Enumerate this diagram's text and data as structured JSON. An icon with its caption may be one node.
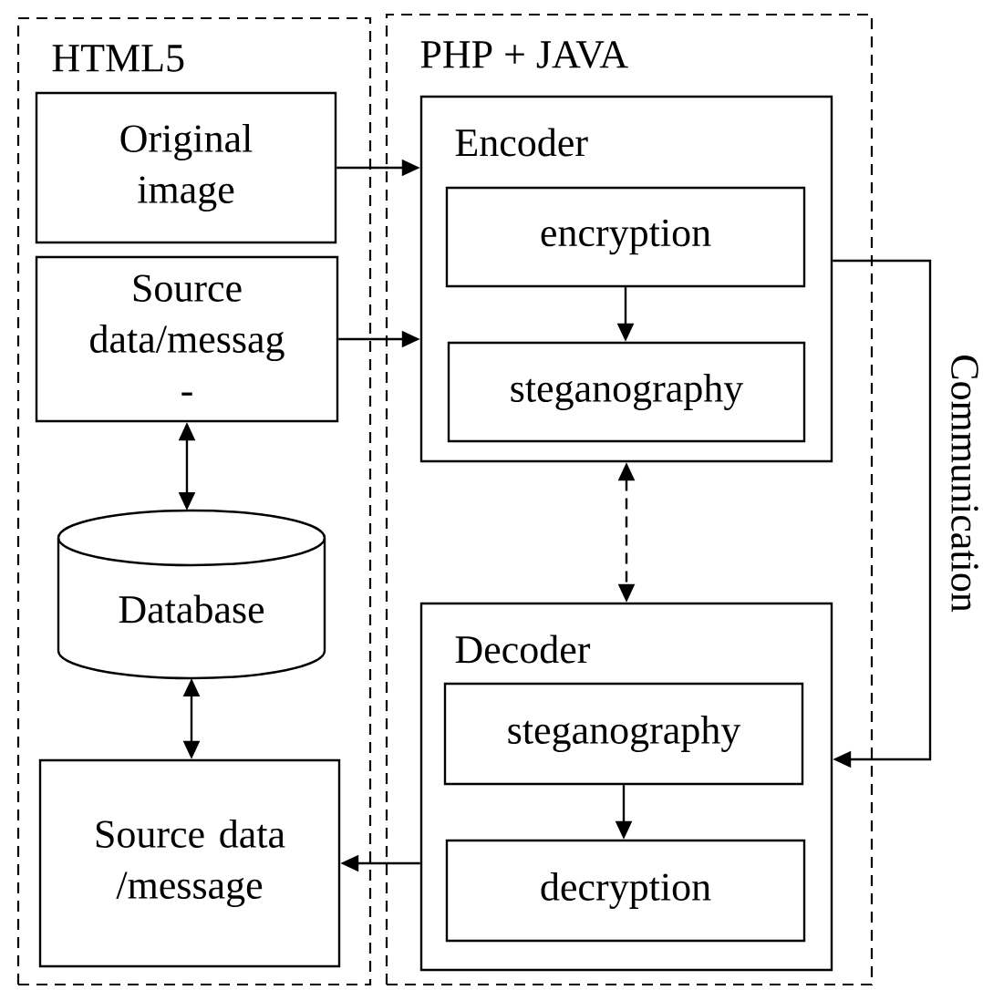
{
  "diagram": {
    "nodes": [
      {
        "text": [
          "HTML5"
        ]
      },
      {
        "text": [
          "Original image"
        ],
        "in": 0
      },
      {
        "text": [
          "Source data/messag -"
        ],
        "in": 0
      },
      {
        "text": [
          "Database"
        ],
        "in": 0
      },
      {
        "text": [
          "Source data /message"
        ],
        "in": 0
      },
      {
        "text": [
          "PHP + JAVA"
        ]
      },
      {
        "text": [
          "Encoder"
        ],
        "in": 5
      },
      {
        "text": [
          "encryption"
        ],
        "in": 6
      },
      {
        "text": [
          "steganography"
        ],
        "in": 6
      },
      {
        "text": [
          "Decoder"
        ],
        "in": 5
      },
      {
        "text": [
          "steganography"
        ],
        "in": 9
      },
      {
        "text": [
          "decryption"
        ],
        "in": 9
      }
    ],
    "edges": [
      {
        "from": 1,
        "to": 6,
        "arrow": "to"
      },
      {
        "from": 2,
        "to": 6,
        "arrow": "to"
      },
      {
        "from": 2,
        "to": 3,
        "arrow": "both"
      },
      {
        "from": 3,
        "to": 4,
        "arrow": "both"
      },
      {
        "from": 6,
        "to": 9,
        "arrow": "both",
        "style": "dashed"
      },
      {
        "from": 7,
        "to": 8,
        "arrow": "to"
      },
      {
        "from": 10,
        "to": 11,
        "arrow": "to"
      },
      {
        "from": 6,
        "to": 9,
        "arrow": "to",
        "label": "Communication"
      },
      {
        "from": 9,
        "to": 4,
        "arrow": "to"
      }
    ]
  }
}
